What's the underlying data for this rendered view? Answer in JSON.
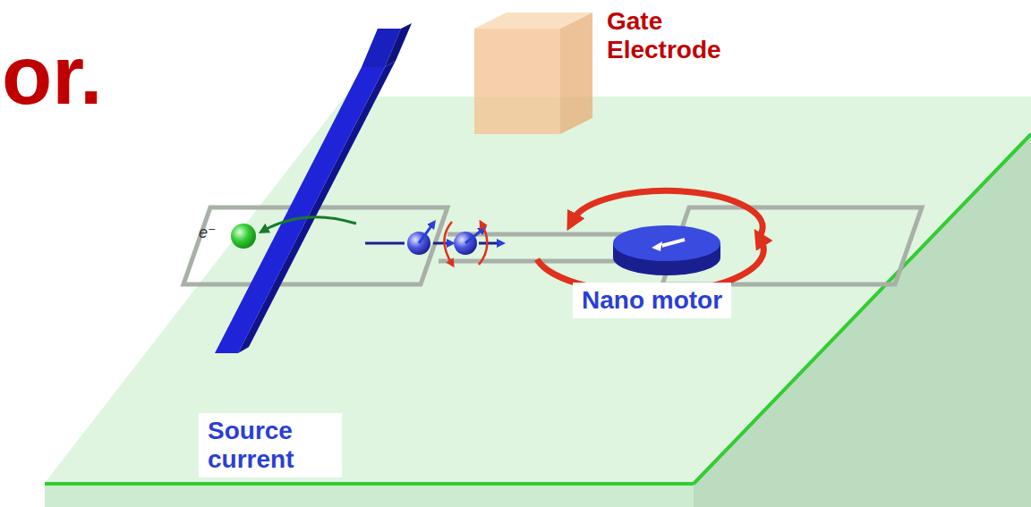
{
  "diagram": {
    "labels": [
      "or.",
      "e⁻",
      "Gate Electrode",
      "Nano motor",
      "Source current"
    ]
  }
}
